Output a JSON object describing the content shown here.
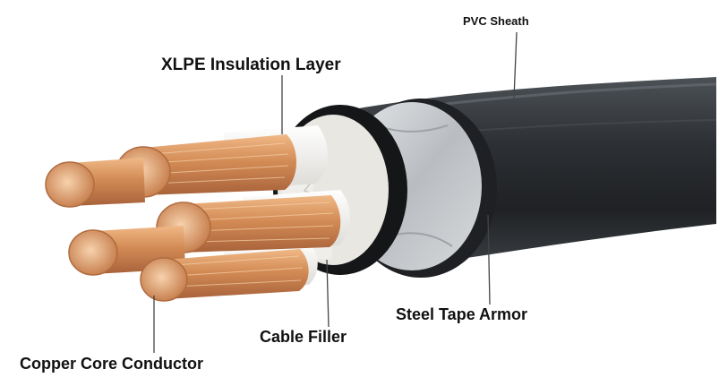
{
  "labels": {
    "pvc_sheath": "PVC Sheath",
    "xlpe_insulation": "XLPE Insulation Layer",
    "steel_tape_armor": "Steel Tape Armor",
    "cable_filler": "Cable Filler",
    "copper_core": "Copper Core Conductor"
  },
  "colors": {
    "sheath": "#2b2e31",
    "armor": "#c9cccf",
    "insulation": "#f2f0ec",
    "copper": "#d38b55",
    "leader": "#444444"
  }
}
